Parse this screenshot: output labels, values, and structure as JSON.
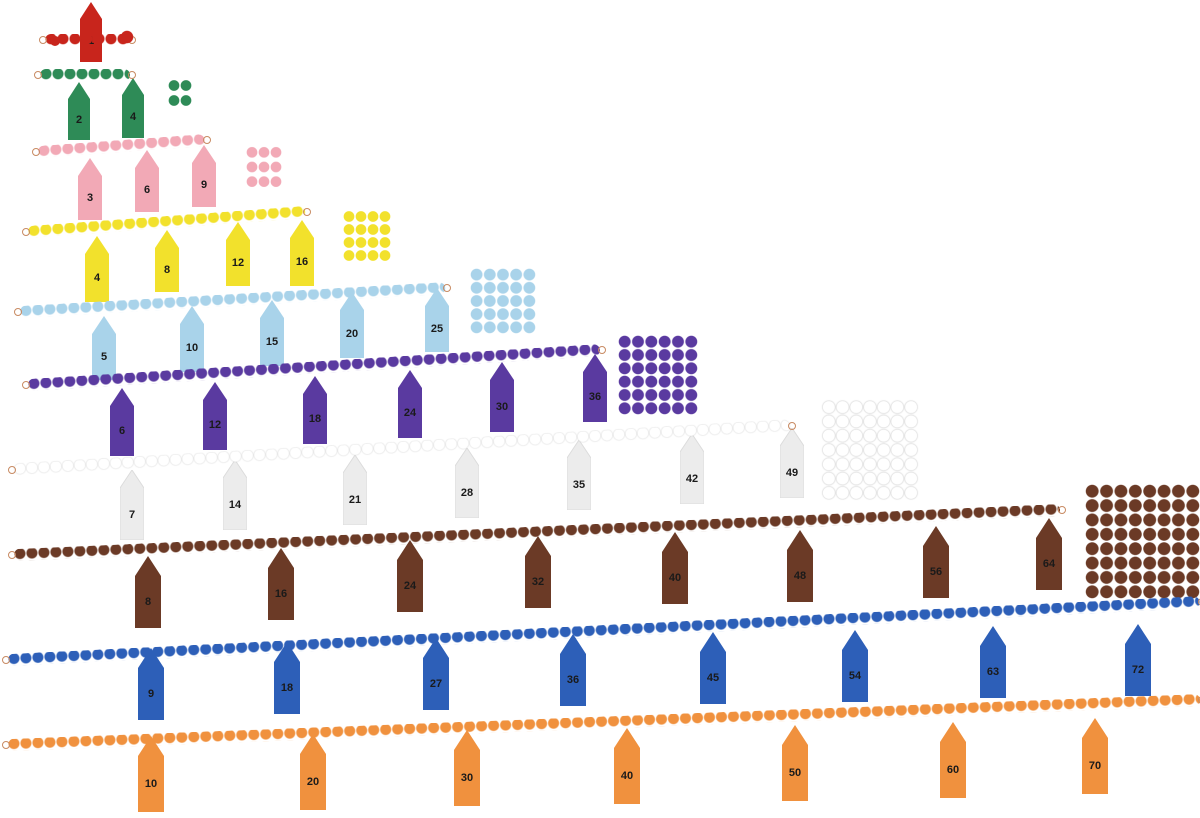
{
  "subject": "Montessori squaring bead chains with numbered arrow labels",
  "chains": [
    {
      "number": 1,
      "color": "#c8251c",
      "labels": [
        "1"
      ]
    },
    {
      "number": 2,
      "color": "#2e8b57",
      "labels": [
        "2",
        "4"
      ]
    },
    {
      "number": 3,
      "color": "#f2a9b6",
      "labels": [
        "3",
        "6",
        "9"
      ]
    },
    {
      "number": 4,
      "color": "#f2e12c",
      "labels": [
        "4",
        "8",
        "12",
        "16"
      ]
    },
    {
      "number": 5,
      "color": "#a9d3ea",
      "labels": [
        "5",
        "10",
        "15",
        "20",
        "25"
      ]
    },
    {
      "number": 6,
      "color": "#5a3aa0",
      "labels": [
        "6",
        "12",
        "18",
        "24",
        "30",
        "36"
      ]
    },
    {
      "number": 7,
      "color": "#f2f2f2",
      "labels": [
        "7",
        "14",
        "21",
        "28",
        "35",
        "42",
        "49"
      ]
    },
    {
      "number": 8,
      "color": "#6b3a26",
      "labels": [
        "8",
        "16",
        "24",
        "32",
        "40",
        "48",
        "56",
        "64"
      ]
    },
    {
      "number": 9,
      "color": "#2d5fb8",
      "labels": [
        "9",
        "18",
        "27",
        "36",
        "45",
        "54",
        "63",
        "72"
      ]
    },
    {
      "number": 10,
      "color": "#f0913e",
      "labels": [
        "10",
        "20",
        "30",
        "40",
        "50",
        "60",
        "70"
      ]
    }
  ]
}
